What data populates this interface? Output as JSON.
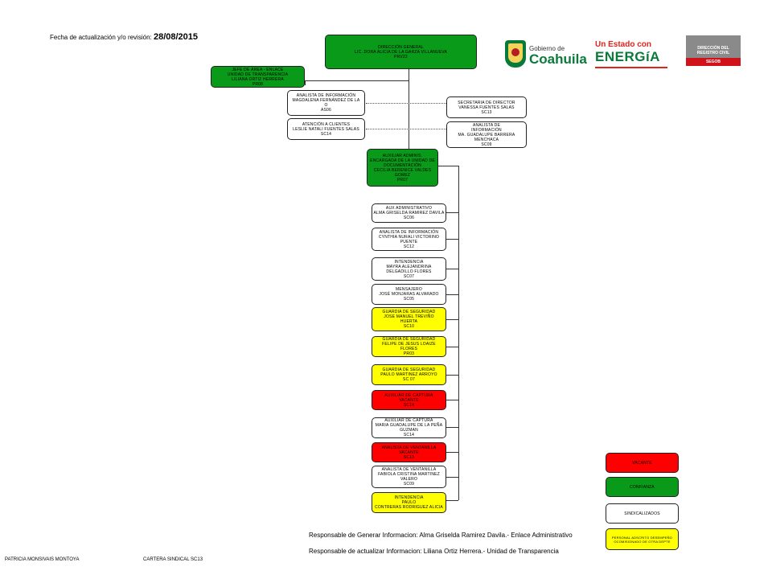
{
  "header": {
    "date_label": "Fecha de actualización y/o revisión:",
    "date_value": "28/08/2015"
  },
  "logos": {
    "coahuila_line1": "Gobierno de",
    "coahuila_line2": "Coahuila",
    "energia_line1": "Un Estado con",
    "energia_line2": "ENERGíA",
    "registro_line1": "DIRECCIÓN DEL",
    "registro_line2": "REGISTRO CIVIL",
    "registro_line3": "SEGOB",
    "colors": {
      "coahuila_green": "#0a7a3a",
      "energia_red": "#e2231a",
      "registro_gray": "#8a8a8a",
      "registro_red": "#d0121b"
    }
  },
  "top_box": {
    "lines": [
      "DIRECCIÓN GENERAL",
      "LIC. DORA ALICIA DE LA GARZA VILLANUEVA",
      "PRV22"
    ]
  },
  "left_boxes": [
    {
      "lines": [
        "JEFE DE ÁREA - ENLACE",
        "UNIDAD DE TRANSPARENCIA",
        "LILIANA ORTIZ HERRERA",
        "PR08"
      ]
    },
    {
      "lines": [
        "ANALISTA DE INFORMACIÓN",
        "MAGDALENA FERNÁNDEZ DE LA",
        "O",
        "AS06"
      ]
    },
    {
      "lines": [
        "ATENCIÓN A CLIENTES",
        "LESLIE NATALI FUENTES SALAS",
        "SC14"
      ]
    }
  ],
  "right_boxes": [
    {
      "lines": [
        "SECRETARIA DE DIRECTOR",
        "VANESSA FUENTES SALAS",
        "SC13"
      ]
    },
    {
      "lines": [
        "ANALISTA DE",
        "INFORMACIÓN",
        "MA. GUADALUPE BARRERA",
        "MENCHACA",
        "SC09"
      ]
    }
  ],
  "middle_box": {
    "lines": [
      "AUXILIAR ADMINIS.",
      "ENCARGADA DE LA UNIDAD DE",
      "DOCUMENTACIÓN",
      "CECILIA BERENICE VALDES",
      "GOMEZ",
      "PR07"
    ]
  },
  "column_boxes": [
    {
      "color": "white",
      "lines": [
        "AUX ADMINISTRATIVO",
        "ALMA GRISELDA RAMIREZ DAVILA",
        "SC06"
      ]
    },
    {
      "color": "white",
      "lines": [
        "ANALISTA DE INFORMACIÓN",
        "CYNTHIA NURALI VICTORINO",
        "PUENTE",
        "SC12"
      ]
    },
    {
      "color": "white",
      "lines": [
        "INTENDENCIA",
        "MAYRA ALEJANDRINA",
        "DELGADILLO FLORES",
        "SC07"
      ]
    },
    {
      "color": "white",
      "lines": [
        "MENSAJERO",
        "JOSÉ MONJARAS ALVARADO",
        "SC05"
      ]
    },
    {
      "color": "yellow",
      "lines": [
        "GUARDIA DE SEGURIDAD",
        "JOSE MANUEL TREVIÑO",
        "HUERTA",
        "SC10"
      ]
    },
    {
      "color": "yellow",
      "lines": [
        "GUARDIA DE SEGURIDAD",
        "FELIPE DE JESUS LOAIZE",
        "FLORES",
        "PR03"
      ]
    },
    {
      "color": "yellow",
      "lines": [
        "GUARDIA DE SEGURIDAD",
        "PAULO MARTINEZ ARROYO",
        "SC 07"
      ]
    },
    {
      "color": "red",
      "lines": [
        "AUXILIAR DE CAPTURA",
        "VACANTE",
        "SC14"
      ]
    },
    {
      "color": "white",
      "lines": [
        "AUXILIAR DE CAPTURA",
        "MARIA GUADALUPE DE LA PEÑA",
        "GUZMAN",
        "SC14"
      ]
    },
    {
      "color": "red",
      "lines": [
        "ANALISTA DE VENTANILLA",
        "VACANTE",
        "SC13"
      ]
    },
    {
      "color": "white",
      "lines": [
        "ANALISTA DE VENTANILLA",
        "FABIOLA CRISTINA MARTINEZ",
        "VALERO",
        "SC09"
      ]
    },
    {
      "color": "yellow",
      "lines": [
        "INTENDENCIA",
        "PAULO",
        "CONTRERAS RODRIGUEZ ALICIA"
      ]
    }
  ],
  "legend": [
    {
      "color": "red",
      "label": "VACANTE"
    },
    {
      "color": "green",
      "label": "CONFIANZA"
    },
    {
      "color": "white",
      "label": "SINDICALIZADOS"
    },
    {
      "color": "yellow",
      "label": "PERSONAL ADSCRITO DESEMPEÑO OCOMISIONADO DE OTRA DEPTE"
    }
  ],
  "footer": {
    "responsable_generar": "Responsable de Generar Informacion: Alma Griselda Ramirez Davila.- Enlace Administrativo",
    "responsable_actualizar": "Responsable de actualizar Informacion: Liliana Ortiz Herrera.- Unidad de Transparencia",
    "bottom_left_name": "PATRICIA MONSIVAIS MONTOYA",
    "bottom_left_role": "CARTERA SINDICAL SC13"
  }
}
